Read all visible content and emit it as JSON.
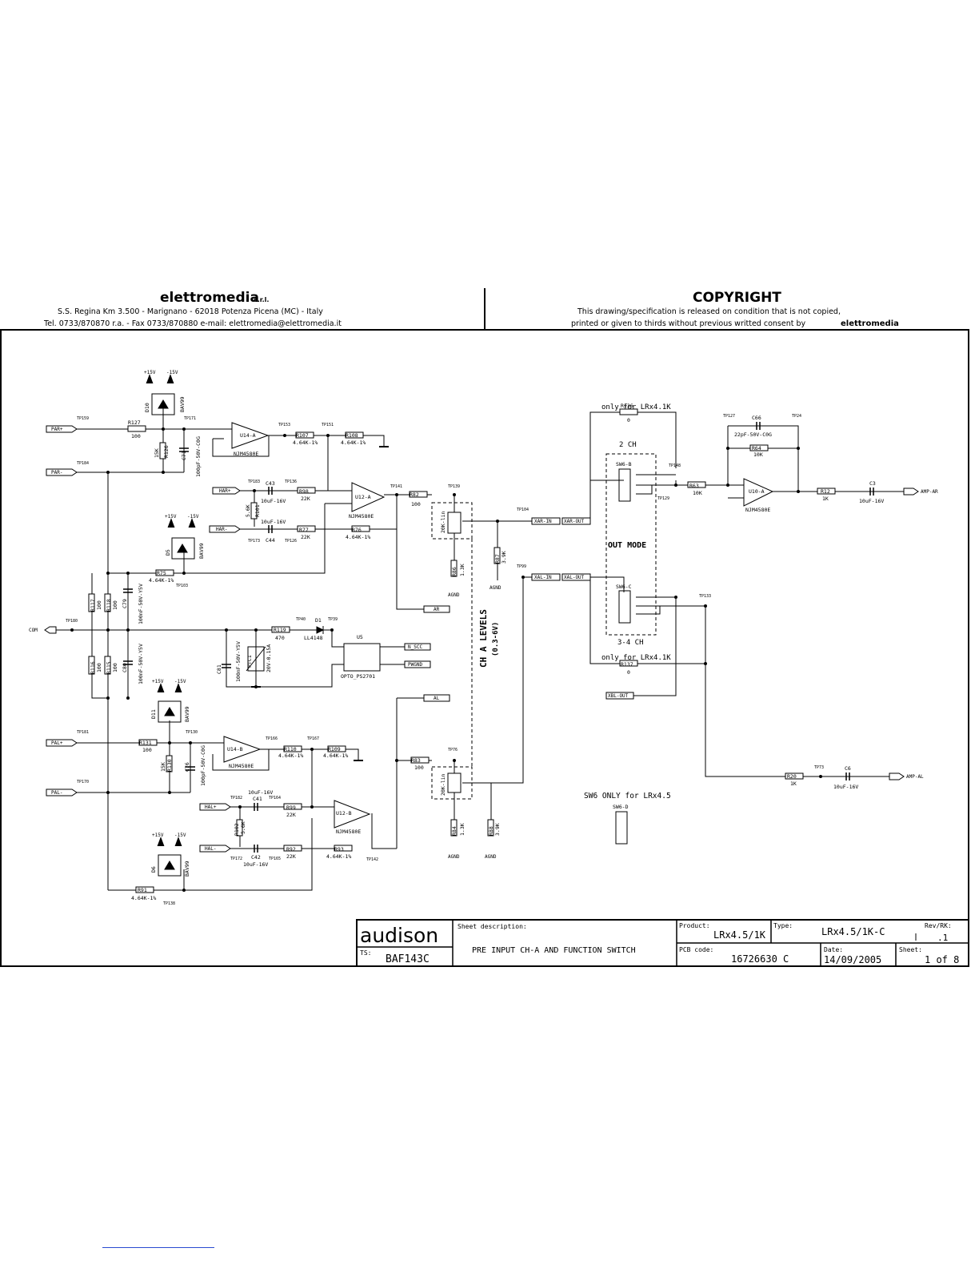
{
  "header": {
    "company": "elettromedia",
    "company_suffix": "s.r.l.",
    "address_line": "S.S. Regina Km 3.500 - Marignano - 62018 Potenza Picena (MC) -    Italy",
    "contact_line": "Tel. 0733/870870  r.a. - Fax 0733/870880 e-mail: elettromedia@elettromedia.it",
    "copyright_title": "COPYRIGHT",
    "copyright_line1": "This drawing/specification is released on condition that is not copied,",
    "copyright_line2": "printed or given to thirds without previous writted consent by",
    "copyright_owner": "elettromedia"
  },
  "title_block": {
    "logo": "audison",
    "ts_label": "TS:",
    "ts_value": "BAF143C",
    "sheet_description_label": "Sheet description:",
    "sheet_description": "PRE INPUT CH-A AND FUNCTION SWITCH",
    "product_label": "Product:",
    "product": "LRx4.5/1K",
    "type_label": "Type:",
    "type": "LRx4.5/1K-C",
    "rev_label": "Rev/RK:",
    "rev": ".1",
    "pcb_label": "PCB code:",
    "pcb": "16726630 C",
    "date_label": "Date:",
    "date": "14/09/2005",
    "sheet_label": "Sheet:",
    "sheet": "1 of 8"
  },
  "nets": {
    "par_pos": "PAR+",
    "par_neg": "PAR-",
    "har_pos": "HAR+",
    "har_neg": "HAR-",
    "com": "COM",
    "pal_pos": "PAL+",
    "pal_neg": "PAL-",
    "hal_pos": "HAL+",
    "hal_neg": "HAL-",
    "ar": "AR",
    "al": "AL",
    "n_scc": "N_SCC",
    "pwgnd": "PWGND",
    "xar_in": "XAR-IN",
    "xar_out": "XAR-OUT",
    "xal_in": "XAL-IN",
    "xal_out": "XAL-OUT",
    "xbl_out": "XBL-OUT",
    "amp_ar": "AMP-AR",
    "amp_al": "AMP-AL",
    "agnd": "AGND",
    "p15v": "+15V",
    "n15v": "-15V"
  },
  "components": {
    "d10": "D10",
    "d5": "D5",
    "d11": "D11",
    "d6": "D6",
    "bav99": "BAV99",
    "r127": "R127",
    "r126": "R126",
    "c71": "C71",
    "c71v": "100pF-50V-C0G",
    "u14a": "U14-A",
    "u14b": "U14-B",
    "u12a": "U12-A",
    "u12b": "U12-B",
    "u10a": "U10-A",
    "njm": "NJM4580E",
    "r107": "R107",
    "r108": "R108",
    "r4k64": "4.64K-1%",
    "c43": "C43",
    "c44": "C44",
    "c41": "C41",
    "c42": "C42",
    "c3": "C3",
    "c6": "C6",
    "c10u": "10uF-16V",
    "r98": "R98",
    "r77": "R77",
    "r101": "R101",
    "r76": "R76",
    "r75": "R75",
    "r82": "R82",
    "r83": "R83",
    "r86": "R86",
    "r84": "R84",
    "r87": "R87",
    "r88": "R88",
    "r117": "R117",
    "r118": "R118",
    "r116": "R116",
    "r115": "R115",
    "c79": "C79",
    "c80": "C80",
    "c81": "C81",
    "c100n": "100nF-50V-Y5V",
    "r119": "R119",
    "d1": "D1",
    "ll": "LL4148",
    "u5": "U5",
    "opto": "OPTO_PS2701",
    "ptc1": "PTC1",
    "ptcv": "20V-0.15A",
    "r131": "R131",
    "r130": "R130",
    "c76": "C76",
    "r110": "R110",
    "r109": "R109",
    "r99": "R99",
    "r102": "R102",
    "r92": "R92",
    "r93": "R93",
    "r91": "R91",
    "r136": "R136",
    "r137": "R137",
    "r63": "R63",
    "r64": "R64",
    "r12": "R12",
    "r20": "R20",
    "c66": "C66",
    "c66v": "22pF-50V-C0G",
    "sw6b": "SW6-B",
    "sw6c": "SW6-C",
    "sw6d": "SW6-D",
    "pot": "20K-lin",
    "v100": "100",
    "v15k": "15K",
    "v22k": "22K",
    "v56k": "5.6K",
    "v470": "470",
    "v13k": "1.3K",
    "v39k": "3.9K",
    "v10k": "10K",
    "v1k": "1K",
    "v0": "0"
  },
  "annotations": {
    "only_lrx41k": "only for LRx4.1K",
    "two_ch": "2 CH",
    "out_mode": "OUT MODE",
    "three_four_ch": "3-4 CH",
    "ch_a_levels": "CH A LEVELS",
    "ch_a_range": "(0.3-6V)",
    "sw6_only": "SW6 ONLY for LRx4.5"
  },
  "testpoints": {
    "tp159": "TP159",
    "tp171": "TP171",
    "tp153": "TP153",
    "tp151": "TP151",
    "tp184": "TP184",
    "tp183": "TP183",
    "tp136": "TP136",
    "tp141": "TP141",
    "tp139": "TP139",
    "tp104": "TP104",
    "tp173": "TP173",
    "tp126": "TP126",
    "tp103": "TP103",
    "tp180": "TP180",
    "tp40": "TP40",
    "tp39": "TP39",
    "tp99": "TP99",
    "tp181": "TP181",
    "tp130": "TP130",
    "tp166": "TP166",
    "tp167": "TP167",
    "tp170": "TP170",
    "tp182": "TP182",
    "tp164": "TP164",
    "tp172": "TP172",
    "tp165": "TP165",
    "tp142": "TP142",
    "tp138": "TP138",
    "tp76": "TP76",
    "tp127": "TP127",
    "tp24": "TP24",
    "tp148": "TP148",
    "tp129": "TP129",
    "tp133": "TP133",
    "tp73": "TP73"
  }
}
